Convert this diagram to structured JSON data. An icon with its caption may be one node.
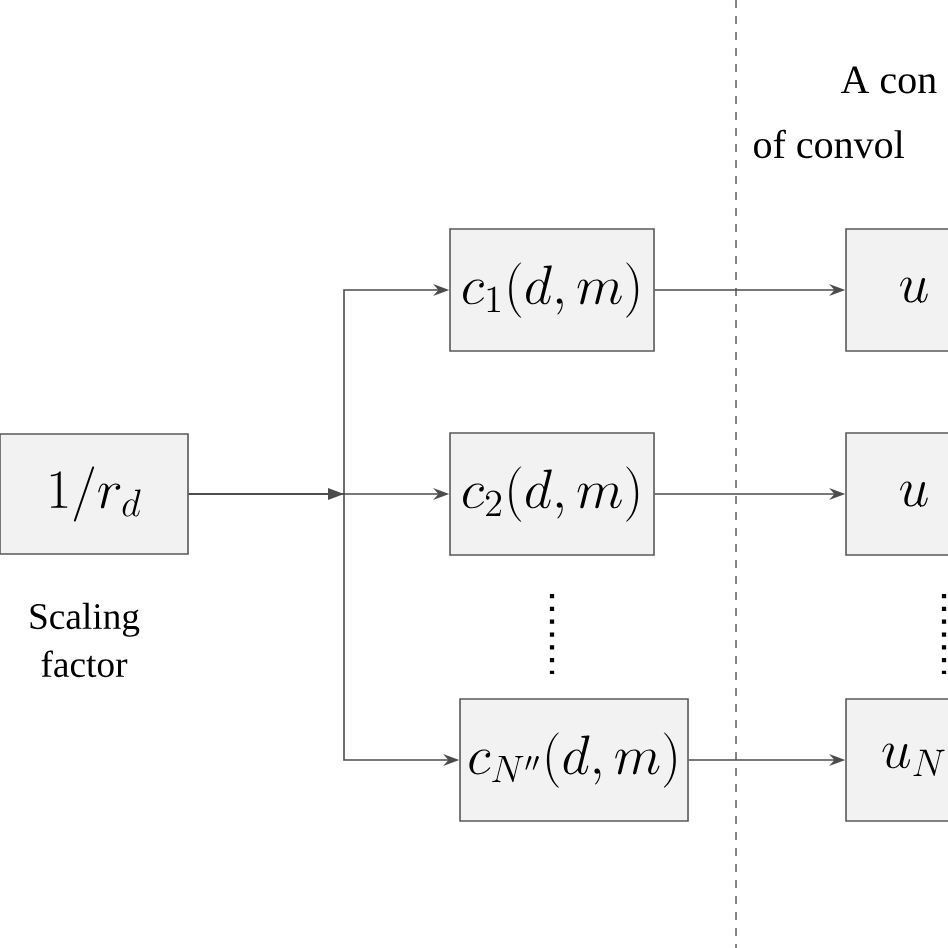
{
  "diagram": {
    "nodes": [
      {
        "text": [
          "1 / r_{d}"
        ],
        "beside": [
          "Scaling factor"
        ]
      },
      {
        "text": [
          "c_{1}(d,m)"
        ]
      },
      {
        "text": [
          "c_{2}(d,m)"
        ]
      },
      {
        "text": [
          "c_{N''}(d,m)"
        ]
      },
      {
        "text": [
          "u"
        ]
      },
      {
        "text": [
          "u"
        ]
      },
      {
        "text": [
          "u_{N}"
        ]
      }
    ],
    "edges": [
      {
        "from": 0,
        "to": 1,
        "arrow": "to"
      },
      {
        "from": 0,
        "to": 2,
        "arrow": "to"
      },
      {
        "from": 0,
        "to": 3,
        "arrow": "to"
      },
      {
        "from": 1,
        "to": 4,
        "arrow": "to"
      },
      {
        "from": 2,
        "to": 5,
        "arrow": "to"
      },
      {
        "from": 3,
        "to": 6,
        "arrow": "to"
      }
    ],
    "labels": [
      "A con",
      "of convol"
    ]
  }
}
